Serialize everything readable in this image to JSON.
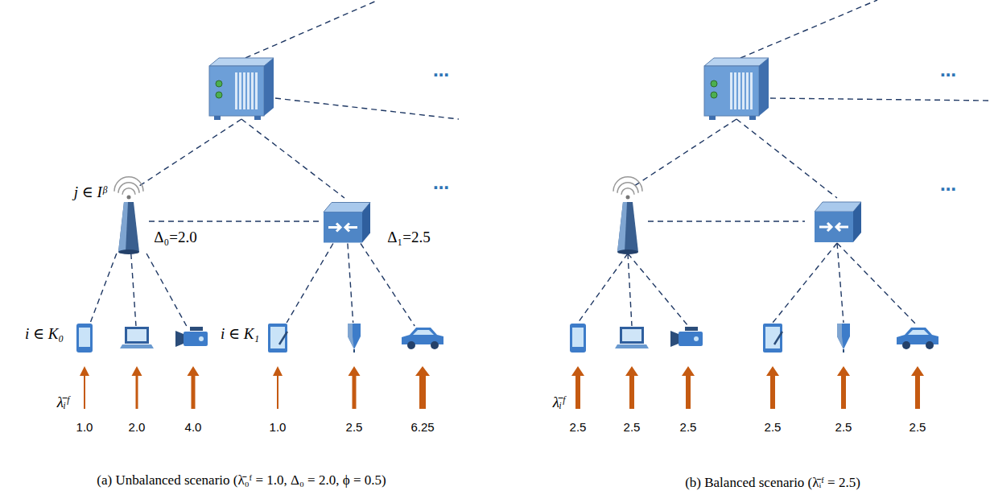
{
  "diagram": {
    "nodes": [
      {
        "text": [
          "j ∈ Iᵝ",
          "Δ₀=2.0"
        ]
      },
      {
        "text": [
          "Δ₁=2.5"
        ]
      },
      {
        "text": [
          "1.0"
        ]
      },
      {
        "text": [
          "2.0"
        ]
      },
      {
        "text": [
          "4.0"
        ]
      },
      {
        "text": [
          "1.0"
        ]
      },
      {
        "text": [
          "2.5"
        ]
      },
      {
        "text": [
          "6.25"
        ]
      },
      {
        "text": [
          "2.5"
        ]
      },
      {
        "text": [
          "2.5"
        ]
      },
      {
        "text": [
          "2.5"
        ]
      },
      {
        "text": [
          "2.5"
        ]
      },
      {
        "text": [
          "2.5"
        ]
      },
      {
        "text": [
          "2.5"
        ]
      }
    ],
    "edges": [
      {
        "from": 0,
        "to": 1,
        "arrow": "none"
      },
      {
        "from": 0,
        "to": 2,
        "arrow": "none"
      },
      {
        "from": 0,
        "to": 3,
        "arrow": "none"
      },
      {
        "from": 0,
        "to": 4,
        "arrow": "none"
      },
      {
        "from": 1,
        "to": 5,
        "arrow": "none"
      },
      {
        "from": 1,
        "to": 6,
        "arrow": "none"
      },
      {
        "from": 1,
        "to": 7,
        "arrow": "none"
      }
    ],
    "labels": [
      "…",
      "…",
      "i ∈ K₀",
      "i ∈ K₁",
      "λ̄ᵢᶠ",
      "(a) Unbalanced scenario (λ̄₀ᶠ = 1.0, Δ₀ = 2.0, ϕ = 0.5)",
      "…",
      "…",
      "λ̄ᵢᶠ",
      "(b) Balanced scenario (λ̄ᵢᶠ = 2.5)"
    ]
  }
}
